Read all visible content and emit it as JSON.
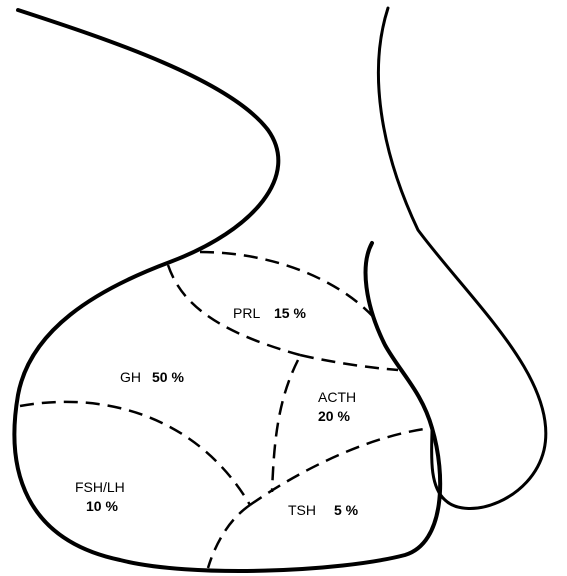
{
  "regions": [
    {
      "id": "prl",
      "name": "PRL",
      "percent": "15 %"
    },
    {
      "id": "gh",
      "name": "GH",
      "percent": "50 %"
    },
    {
      "id": "acth",
      "name": "ACTH",
      "percent": "20 %"
    },
    {
      "id": "fsh-lh",
      "name": "FSH/LH",
      "percent": "10 %"
    },
    {
      "id": "tsh",
      "name": "TSH",
      "percent": "5 %"
    }
  ],
  "colors": {
    "outline": "#000000",
    "background": "#ffffff"
  }
}
